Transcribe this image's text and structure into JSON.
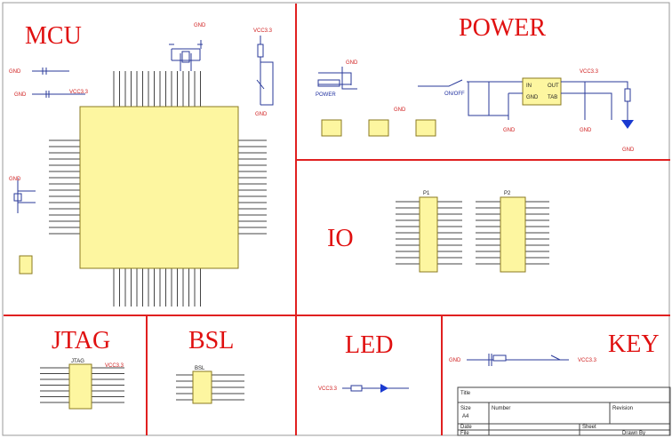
{
  "sections": {
    "mcu": "MCU",
    "power": "POWER",
    "io": "IO",
    "jtag": "JTAG",
    "bsl": "BSL",
    "led": "LED",
    "key": "KEY"
  },
  "labels": {
    "gnd": "GND",
    "vcc": "VCC3.3",
    "power_jack": "POWER",
    "regulator_in": "IN",
    "regulator_out": "OUT",
    "regulator_gnd": "GND",
    "regulator_tab": "TAB",
    "switch": "ON/OFF",
    "io_p1": "P1",
    "io_p2": "P2",
    "jtag_ref": "JTAG",
    "bsl_ref": "BSL"
  },
  "title_block": {
    "title": "Title",
    "size_label": "Size",
    "size_value": "A4",
    "number_label": "Number",
    "revision_label": "Revision",
    "date_label": "Date",
    "sheet_label": "Sheet",
    "file_label": "File",
    "drawn_label": "Drawn By"
  },
  "colors": {
    "divider": "#e02020",
    "title": "#e01010",
    "wire": "#2a3a9a",
    "chip": "#fdf6a0"
  }
}
